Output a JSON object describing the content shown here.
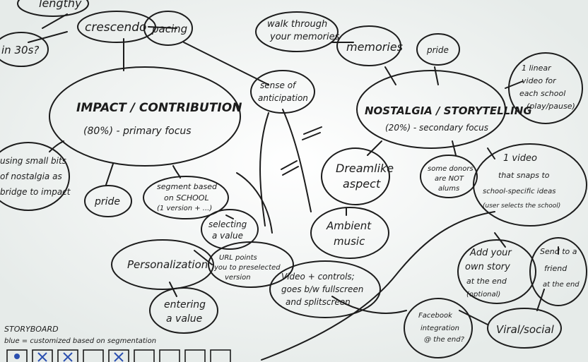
{
  "nodes": {
    "lengthy": "lengthy",
    "crescendo": "crescendo",
    "pacing": "pacing",
    "in30s": "in 30s?",
    "walkthrough": [
      "walk through",
      "your memories"
    ],
    "memories": "memories",
    "pride_top": "pride",
    "linear_video": [
      "1 linear",
      "video for",
      "each school",
      "(play/pause)"
    ],
    "sense_anticipation": [
      "sense of",
      "anticipation"
    ],
    "impact_title": "IMPACT / CONTRIBUTION",
    "impact_sub": "(80%) - primary focus",
    "nostalgia_title": "NOSTALGIA / STORYTELLING",
    "nostalgia_sub": "(20%) - secondary focus",
    "using_nostalgia": [
      "using small bits",
      "of nostalgia as",
      "bridge to impact"
    ],
    "pride_left": "pride",
    "segment": [
      "segment based",
      "on SCHOOL",
      "(1 version + ...)"
    ],
    "selecting": [
      "selecting",
      "a value"
    ],
    "url_points": [
      "URL points",
      "you to preselected",
      "version"
    ],
    "personalization": "Personalization",
    "entering": [
      "entering",
      "a value"
    ],
    "dreamlike": [
      "Dreamlike",
      "aspect"
    ],
    "ambient": [
      "Ambient",
      "music"
    ],
    "some_donors": [
      "some donors",
      "are NOT",
      "alums"
    ],
    "one_video": [
      "1 video",
      "that snaps to",
      "school-specific ideas",
      "(user selects the school)"
    ],
    "video_controls": [
      "Video + controls;",
      "goes b/w fullscreen",
      "and splitscreen"
    ],
    "add_story": [
      "Add your",
      "own story",
      "at the end",
      "(optional)"
    ],
    "send_friend": [
      "Send to a",
      "friend",
      "at the end"
    ],
    "facebook": [
      "Facebook",
      "integration",
      "@ the end?"
    ],
    "viral": "Viral/social"
  },
  "storyboard": {
    "title": "STORYBOARD",
    "legend": "blue = customized based on segmentation",
    "frames": [
      "dot",
      "x",
      "x",
      "",
      "x",
      "",
      "",
      "",
      ""
    ]
  },
  "colors": {
    "board": "#f4f6f5",
    "ink": "#1c1c1c",
    "blue_ink": "#2a4fb0"
  }
}
